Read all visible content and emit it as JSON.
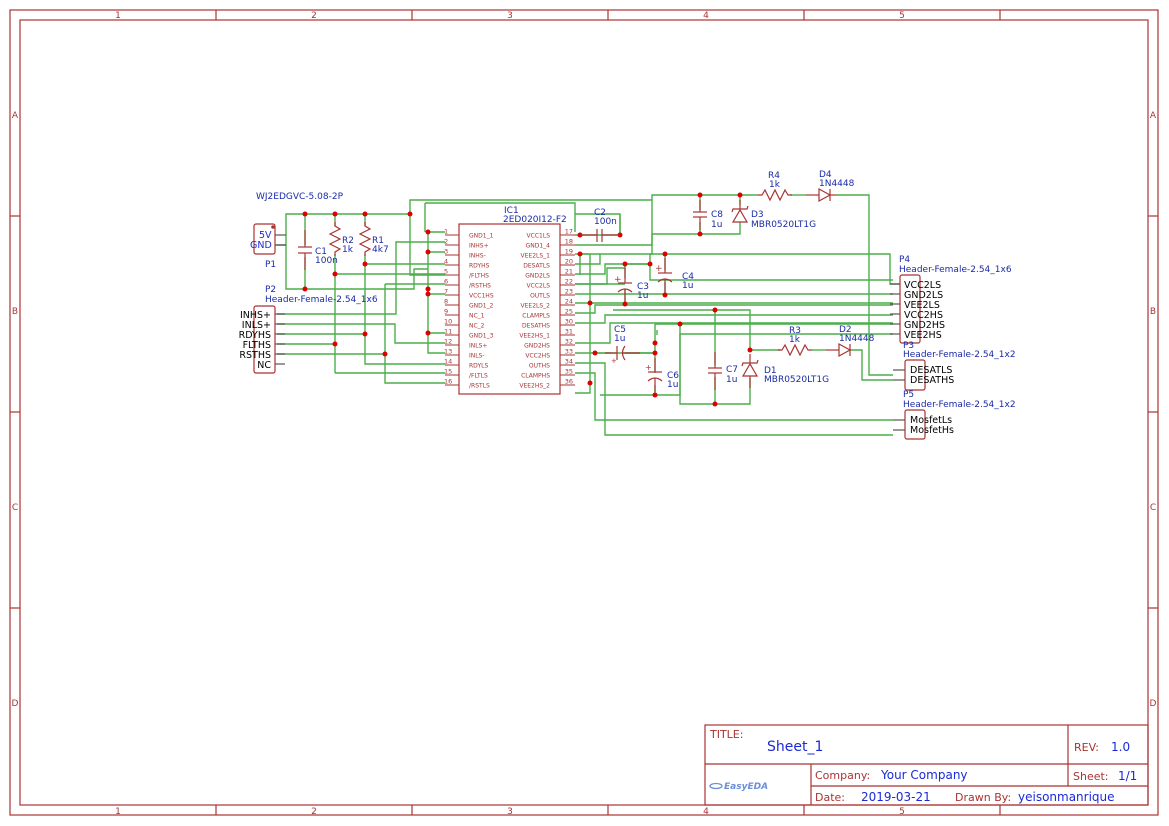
{
  "frame": {
    "columns": [
      "1",
      "2",
      "3",
      "4",
      "5"
    ],
    "rows": [
      "A",
      "B",
      "C",
      "D"
    ]
  },
  "title_block": {
    "title_label": "TITLE:",
    "title": "Sheet_1",
    "rev_label": "REV:",
    "rev": "1.0",
    "company_label": "Company:",
    "company": "Your Company",
    "sheet_label": "Sheet:",
    "sheet": "1/1",
    "date_label": "Date:",
    "date": "2019-03-21",
    "drawn_by_label": "Drawn By:",
    "drawn_by": "yeisonmanrique",
    "logo": "EasyEDA"
  },
  "components": {
    "p1": {
      "ref": "P1",
      "value": "WJ2EDGVC-5.08-2P",
      "pins": [
        "5V",
        "GND"
      ]
    },
    "p2": {
      "ref": "P2",
      "value": "Header-Female-2.54_1x6",
      "pins": [
        "INHS+",
        "INLS+",
        "RDYHS",
        "FLTHS",
        "RSTHS",
        "NC"
      ]
    },
    "c1": {
      "ref": "C1",
      "value": "100n"
    },
    "r1": {
      "ref": "R1",
      "value": "4k7"
    },
    "r2": {
      "ref": "R2",
      "value": "1k"
    },
    "ic1": {
      "ref": "IC1",
      "value": "2ED020I12-F2",
      "left_pins": [
        {
          "num": "1",
          "name": "GND1_1"
        },
        {
          "num": "2",
          "name": "INHS+"
        },
        {
          "num": "3",
          "name": "INHS-"
        },
        {
          "num": "4",
          "name": "RDYHS"
        },
        {
          "num": "5",
          "name": "/FLTHS"
        },
        {
          "num": "6",
          "name": "/RSTHS"
        },
        {
          "num": "7",
          "name": "VCC1HS"
        },
        {
          "num": "8",
          "name": "GND1_2"
        },
        {
          "num": "9",
          "name": "NC_1"
        },
        {
          "num": "10",
          "name": "NC_2"
        },
        {
          "num": "11",
          "name": "GND1_3"
        },
        {
          "num": "12",
          "name": "INLS+"
        },
        {
          "num": "13",
          "name": "INLS-"
        },
        {
          "num": "14",
          "name": "RDYLS"
        },
        {
          "num": "15",
          "name": "/FLTLS"
        },
        {
          "num": "16",
          "name": "/RSTLS"
        }
      ],
      "right_pins": [
        {
          "num": "17",
          "name": "VCC1LS"
        },
        {
          "num": "18",
          "name": "GND1_4"
        },
        {
          "num": "19",
          "name": "VEE2LS_1"
        },
        {
          "num": "20",
          "name": "DESATLS"
        },
        {
          "num": "21",
          "name": "GND2LS"
        },
        {
          "num": "22",
          "name": "VCC2LS"
        },
        {
          "num": "23",
          "name": "OUTLS"
        },
        {
          "num": "24",
          "name": "VEE2LS_2"
        },
        {
          "num": "25",
          "name": "CLAMPLS"
        },
        {
          "num": "30",
          "name": "DESATHS"
        },
        {
          "num": "31",
          "name": "VEE2HS_1"
        },
        {
          "num": "32",
          "name": "GND2HS"
        },
        {
          "num": "33",
          "name": "VCC2HS"
        },
        {
          "num": "34",
          "name": "OUTHS"
        },
        {
          "num": "35",
          "name": "CLAMPHS"
        },
        {
          "num": "36",
          "name": "VEE2HS_2"
        }
      ]
    },
    "c2": {
      "ref": "C2",
      "value": "100n"
    },
    "c3": {
      "ref": "C3",
      "value": "1u"
    },
    "c4": {
      "ref": "C4",
      "value": "1u"
    },
    "c5": {
      "ref": "C5",
      "value": "1u"
    },
    "c6": {
      "ref": "C6",
      "value": "1u"
    },
    "c7": {
      "ref": "C7",
      "value": "1u"
    },
    "c8": {
      "ref": "C8",
      "value": "1u"
    },
    "r3": {
      "ref": "R3",
      "value": "1k"
    },
    "r4": {
      "ref": "R4",
      "value": "1k"
    },
    "d1": {
      "ref": "D1",
      "value": "MBR0520LT1G"
    },
    "d2": {
      "ref": "D2",
      "value": "1N4448"
    },
    "d3": {
      "ref": "D3",
      "value": "MBR0520LT1G"
    },
    "d4": {
      "ref": "D4",
      "value": "1N4448"
    },
    "p4": {
      "ref": "P4",
      "value": "Header-Female-2.54_1x6",
      "pins": [
        "VCC2LS",
        "GND2LS",
        "VEE2LS",
        "VCC2HS",
        "GND2HS",
        "VEE2HS"
      ]
    },
    "p3": {
      "ref": "P3",
      "value": "Header-Female-2.54_1x2",
      "pins": [
        "DESATLS",
        "DESATHS"
      ]
    },
    "p5": {
      "ref": "P5",
      "value": "Header-Female-2.54_1x2",
      "pins": [
        "MosfetLs",
        "MosfetHs"
      ]
    }
  },
  "colors": {
    "frame": "#aa3333",
    "wire": "#4cae4c",
    "junction": "#dd0000",
    "ref_text": "#1a2aa8",
    "title_value": "#1a2ad8"
  }
}
